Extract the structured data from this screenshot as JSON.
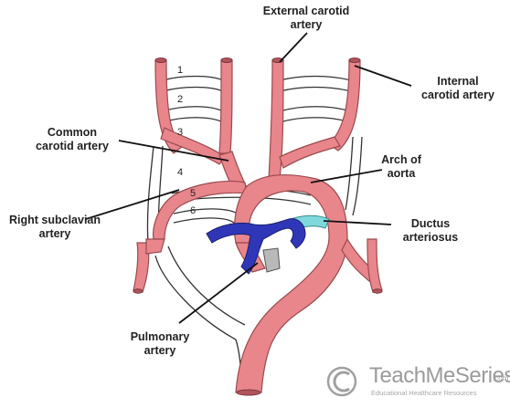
{
  "labels": {
    "external_carotid": [
      "External carotid",
      "artery"
    ],
    "internal_carotid": [
      "Internal",
      "carotid artery"
    ],
    "common_carotid": [
      "Common",
      "carotid artery"
    ],
    "arch_of_aorta": [
      "Arch of",
      "aorta"
    ],
    "right_subclavian": [
      "Right subclavian",
      "artery"
    ],
    "ductus_arteriosus": [
      "Ductus",
      "arteriosus"
    ],
    "pulmonary_artery": [
      "Pulmonary",
      "artery"
    ]
  },
  "arch_numbers": [
    "1",
    "2",
    "3",
    "4",
    "5",
    "6"
  ],
  "colors": {
    "artery": "#e8868c",
    "artery_edge": "#9a4a4e",
    "pulmonary": "#2f37b8",
    "ductus": "#7fd8dc",
    "outline": "#333333"
  },
  "logo": {
    "brand": "TeachMeSeries",
    "domain": ".com",
    "tagline": "Educational Healthcare Resources"
  }
}
